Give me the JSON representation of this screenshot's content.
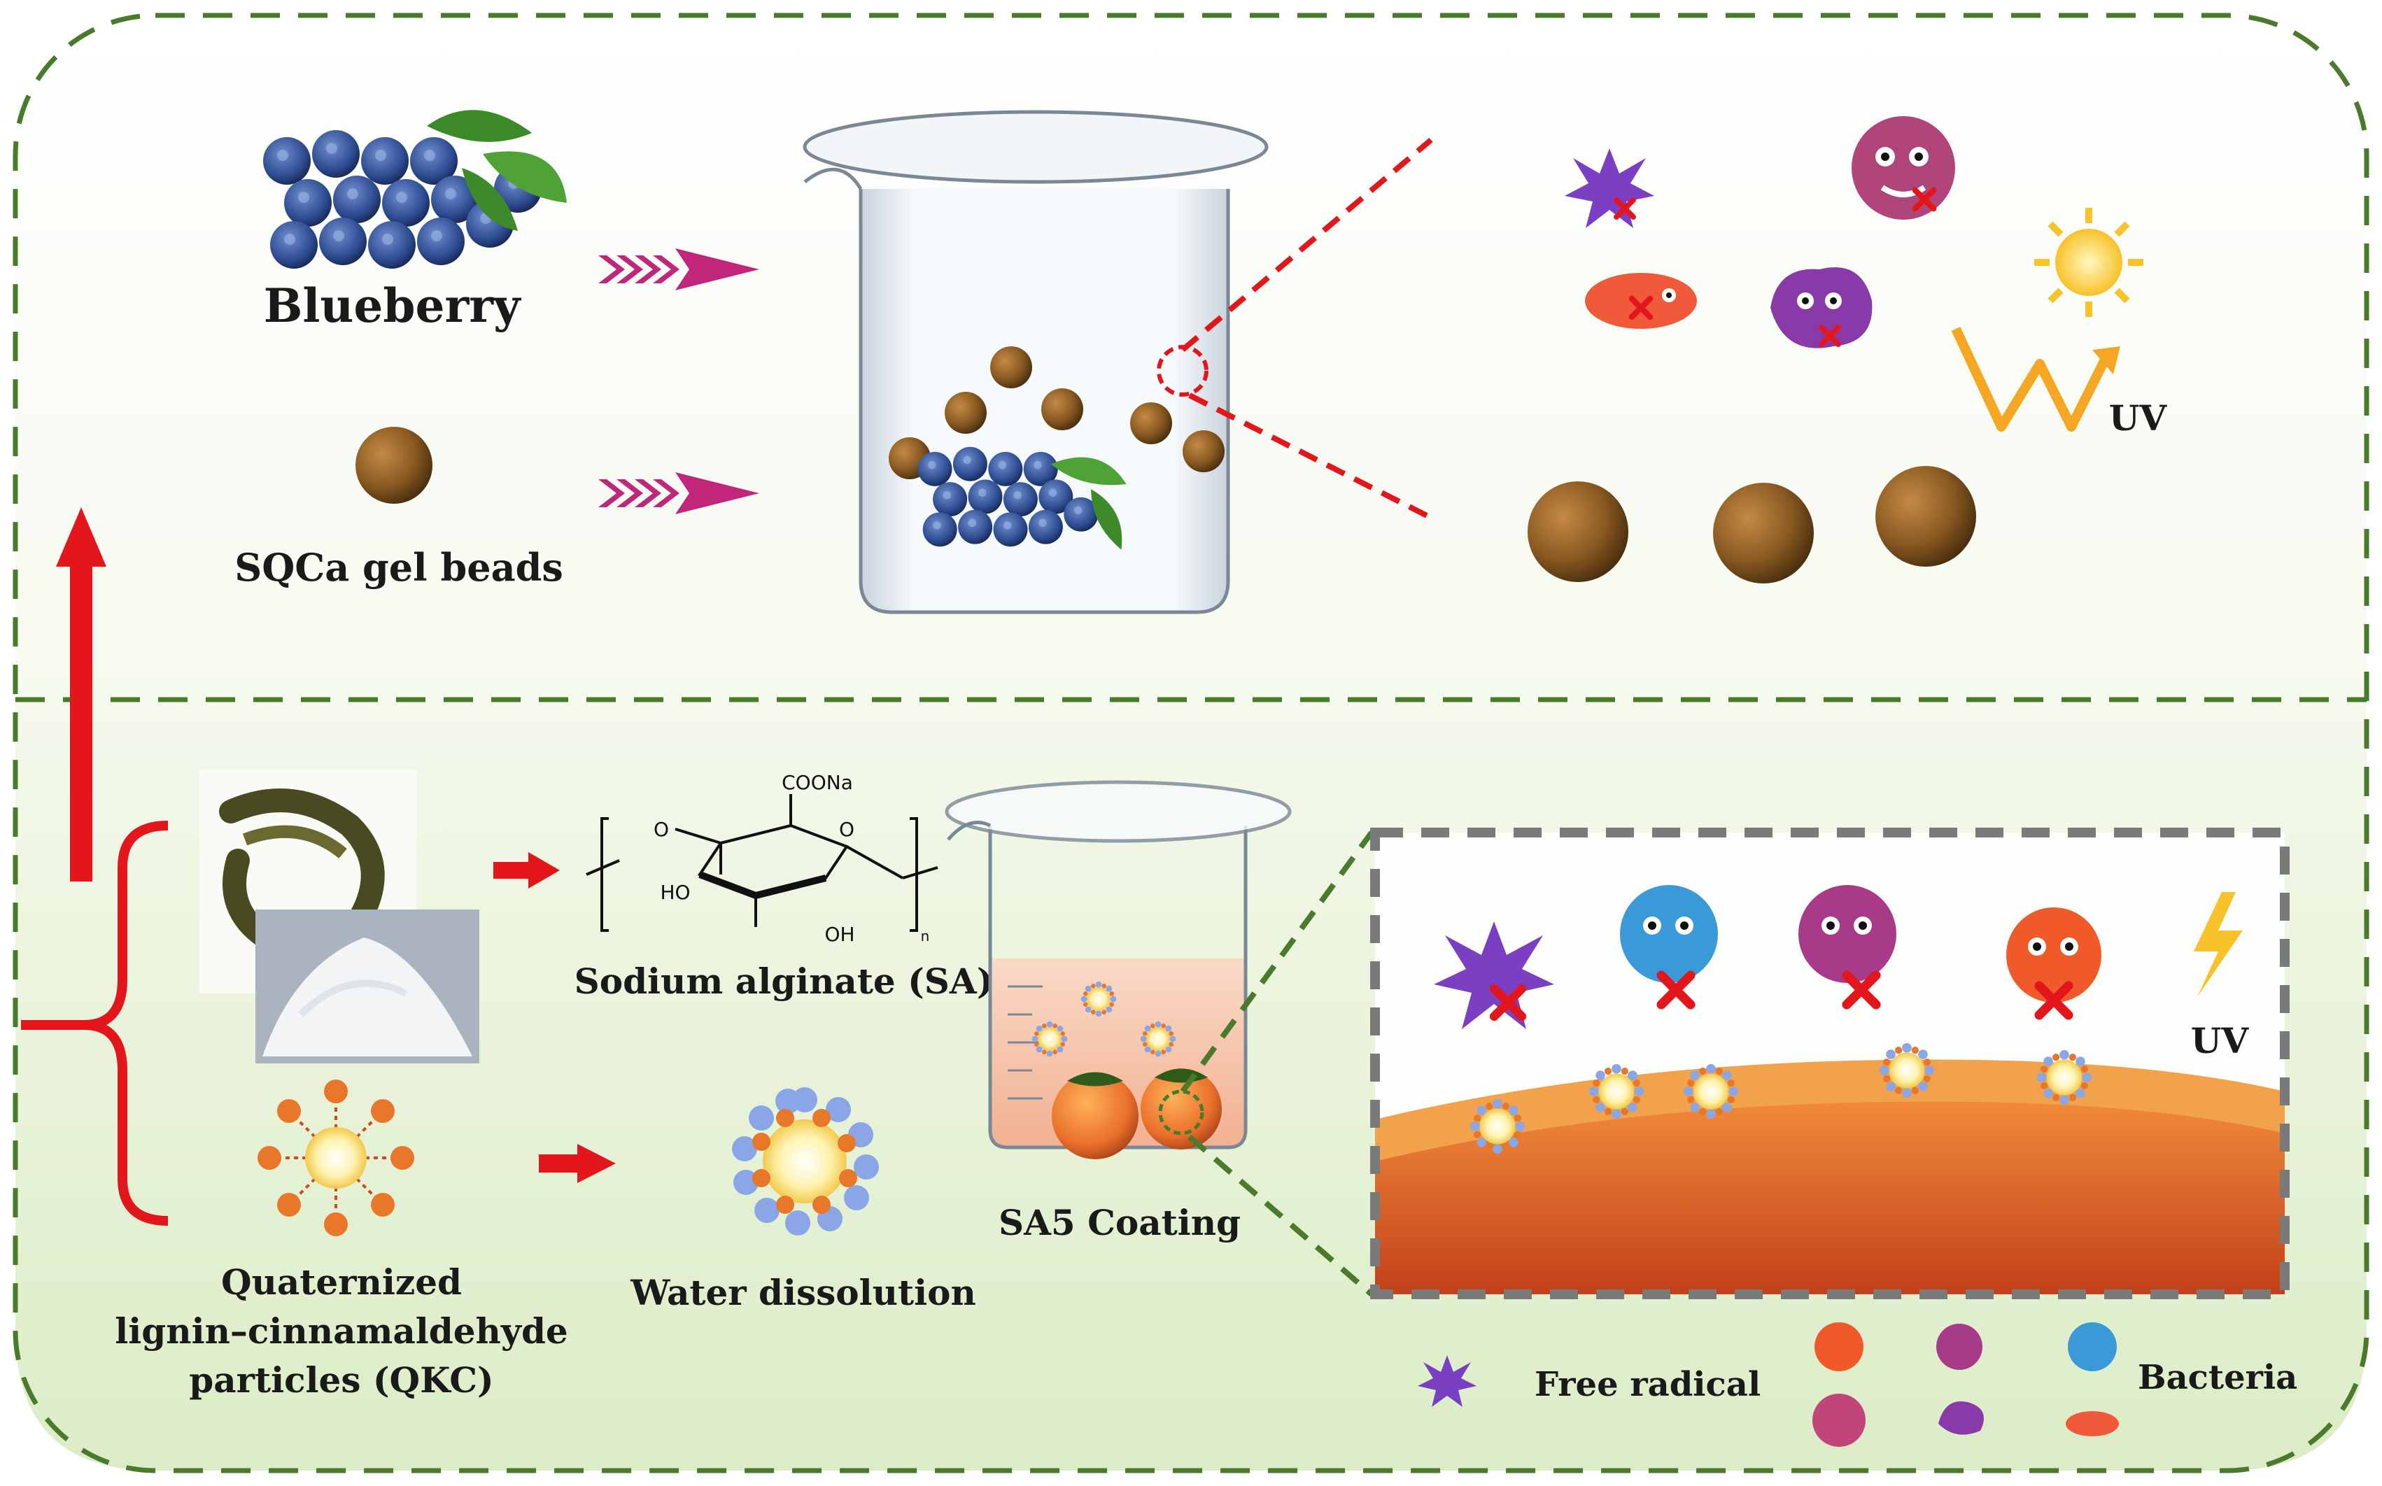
{
  "colors": {
    "frame_dash": "#4a7a2c",
    "panel_fill": "#eef6e2",
    "red_arrow": "#e3161b",
    "pink_arrow": "#c2267a",
    "bead": "#8a5a22",
    "blueberry": "#2c4a8e",
    "leaf": "#3c8a2a",
    "free_radical": "#7b3fc4",
    "cross": "#e3161b",
    "sun": "#f7c22a",
    "uv_arrow": "#f5a623",
    "particle_core": "#fff3b0",
    "particle_orange": "#e8772a",
    "particle_blue": "#8aa6e6",
    "skin": "#e96f2a",
    "coating": "#f1a24a"
  },
  "labels": {
    "blueberry": "Blueberry",
    "beads": "SQCa gel beads",
    "uv_top": "UV",
    "sodium_alginate": "Sodium alginate (SA)",
    "qkc_line1": "Quaternized",
    "qkc_line2": "lignin–cinnamaldehyde",
    "qkc_line3": "particles (QKC)",
    "water_dissolution": "Water dissolution",
    "sa5_coating": "SA5 Coating",
    "uv_bottom": "UV",
    "legend_free_radical": "Free radical",
    "legend_bacteria": "Bacteria"
  },
  "chemistry": {
    "coona": "COONa",
    "ho": "HO",
    "oh": "OH",
    "o_ring": "O",
    "o_link": "O",
    "n": "n"
  },
  "icons": [
    "blueberry-cluster",
    "gel-bead",
    "beaker",
    "free-radical-icon",
    "bacteria-icon",
    "sun-icon",
    "uv-arrow-icon",
    "seaweed-photo",
    "powder-photo",
    "qkc-particle-icon",
    "persimmon-icon",
    "lightning-icon"
  ]
}
